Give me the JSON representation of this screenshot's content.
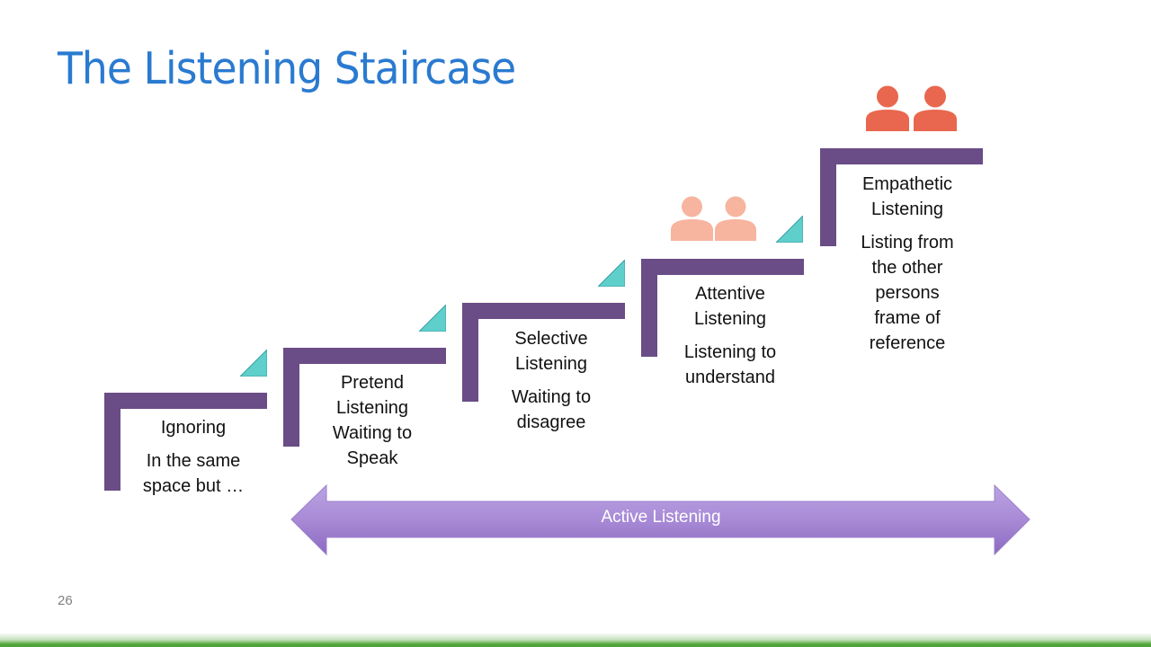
{
  "slide": {
    "title": "The Listening Staircase",
    "page_number": "26"
  },
  "colors": {
    "title": "#2A7AD0",
    "step_bar": "#6A4C86",
    "triangle": "#5FCFCB",
    "people_light": "#F7B49E",
    "people_dark": "#E8674E",
    "arrow": "#A98BD6",
    "footer_band": "#54A83E"
  },
  "steps": [
    {
      "name": "Ignoring",
      "lines": [
        "Ignoring"
      ],
      "description": [
        "In the same",
        "space but …"
      ]
    },
    {
      "name": "Pretend Listening",
      "lines": [
        "Pretend",
        "Listening"
      ],
      "description": [
        "Waiting to",
        "Speak"
      ]
    },
    {
      "name": "Selective Listening",
      "lines": [
        "Selective",
        "Listening"
      ],
      "description": [
        "Waiting to",
        "disagree"
      ]
    },
    {
      "name": "Attentive Listening",
      "lines": [
        "Attentive",
        "Listening"
      ],
      "description": [
        "Listening to",
        "understand"
      ]
    },
    {
      "name": "Empathetic Listening",
      "lines": [
        "Empathetic",
        "Listening"
      ],
      "description": [
        "Listing from",
        "the other",
        "persons",
        "frame of",
        "reference"
      ]
    }
  ],
  "icons": {
    "attentive": "people-icon",
    "empathetic": "people-icon"
  },
  "arrow": {
    "label": "Active Listening",
    "icon": "double-arrow-icon"
  }
}
